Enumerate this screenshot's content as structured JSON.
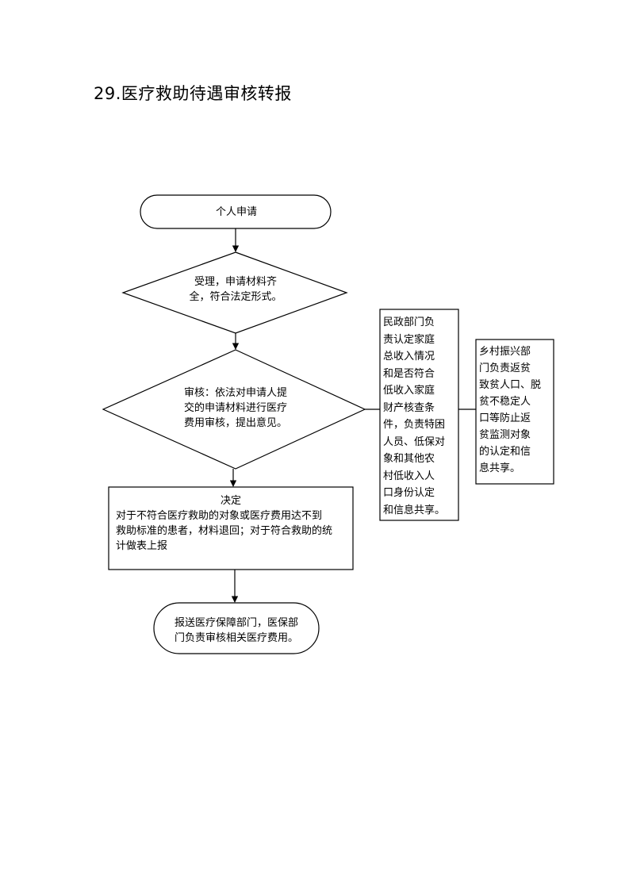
{
  "title": "29.医疗救助待遇审核转报",
  "nodes": {
    "start": "个人申请",
    "accept_line1": "受理，申请材料齐",
    "accept_line2": "全，符合法定形式。",
    "review_line1": "审核：依法对申请人提",
    "review_line2": "交的申请材料进行医疗",
    "review_line3": "费用审核，提出意见。",
    "decide_heading": "决定",
    "decide_line1": "对于不符合医疗救助的对象或医疗费用达不到",
    "decide_line2": "救助标准的患者，材料退回；对于符合救助的统",
    "decide_line3": "计做表上报",
    "end_line1": "报送医疗保障部门，医保部",
    "end_line2": "门负责审核相关医疗费用。"
  },
  "side_boxes": {
    "civil_affairs": [
      "民政部门负",
      "责认定家庭",
      "总收入情况",
      "和是否符合",
      "低收入家庭",
      "财产核查条",
      "件，负责特困",
      "人员、低保对",
      "象和其他农",
      "村低收入人",
      "口身份认定",
      "和信息共享。"
    ],
    "rural_revitalization": [
      "乡村振兴部",
      "门负责返贫",
      "致贫人口、脱",
      "贫不稳定人",
      "口等防止返",
      "贫监测对象",
      "的认定和信",
      "息共享。"
    ]
  },
  "colors": {
    "stroke": "#000000",
    "background": "#ffffff"
  }
}
